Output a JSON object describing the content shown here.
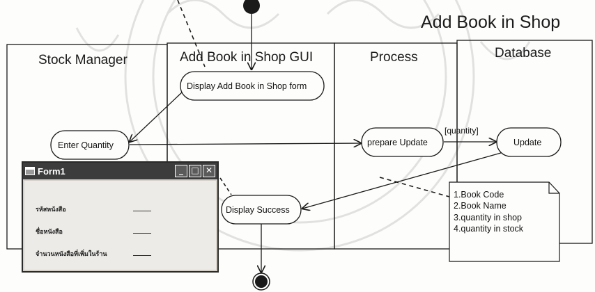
{
  "title": "Add Book in Shop",
  "lanes": [
    {
      "id": "stock-manager",
      "label": "Stock Manager"
    },
    {
      "id": "gui",
      "label": "Add Book in Shop GUI"
    },
    {
      "id": "process",
      "label": "Process"
    },
    {
      "id": "database",
      "label": "Database"
    }
  ],
  "nodes": {
    "display_form": "Display Add Book in Shop form",
    "enter_quantity": "Enter Quantity",
    "prepare_update": "prepare Update",
    "update": "Update",
    "display_success": "Display Success"
  },
  "flow_labels": {
    "quantity": "[quantity]"
  },
  "note": {
    "lines": [
      "1.Book Code",
      "2.Book Name",
      "3.quantity in shop",
      "4.quantity in stock"
    ]
  },
  "form": {
    "title": "Form1",
    "buttons": {
      "minimize": "_",
      "maximize": "□",
      "close": "✕"
    },
    "fields": [
      {
        "label": "รหัสหนังสือ"
      },
      {
        "label": "ชื่อหนังสือ"
      },
      {
        "label": "จำนวนหนังสือที่เพิ่มในร้าน"
      }
    ]
  },
  "colors": {
    "ink": "#1a1a1a",
    "watermark": "#b8b8b8",
    "form_titlebar": "#3c3c3c"
  }
}
